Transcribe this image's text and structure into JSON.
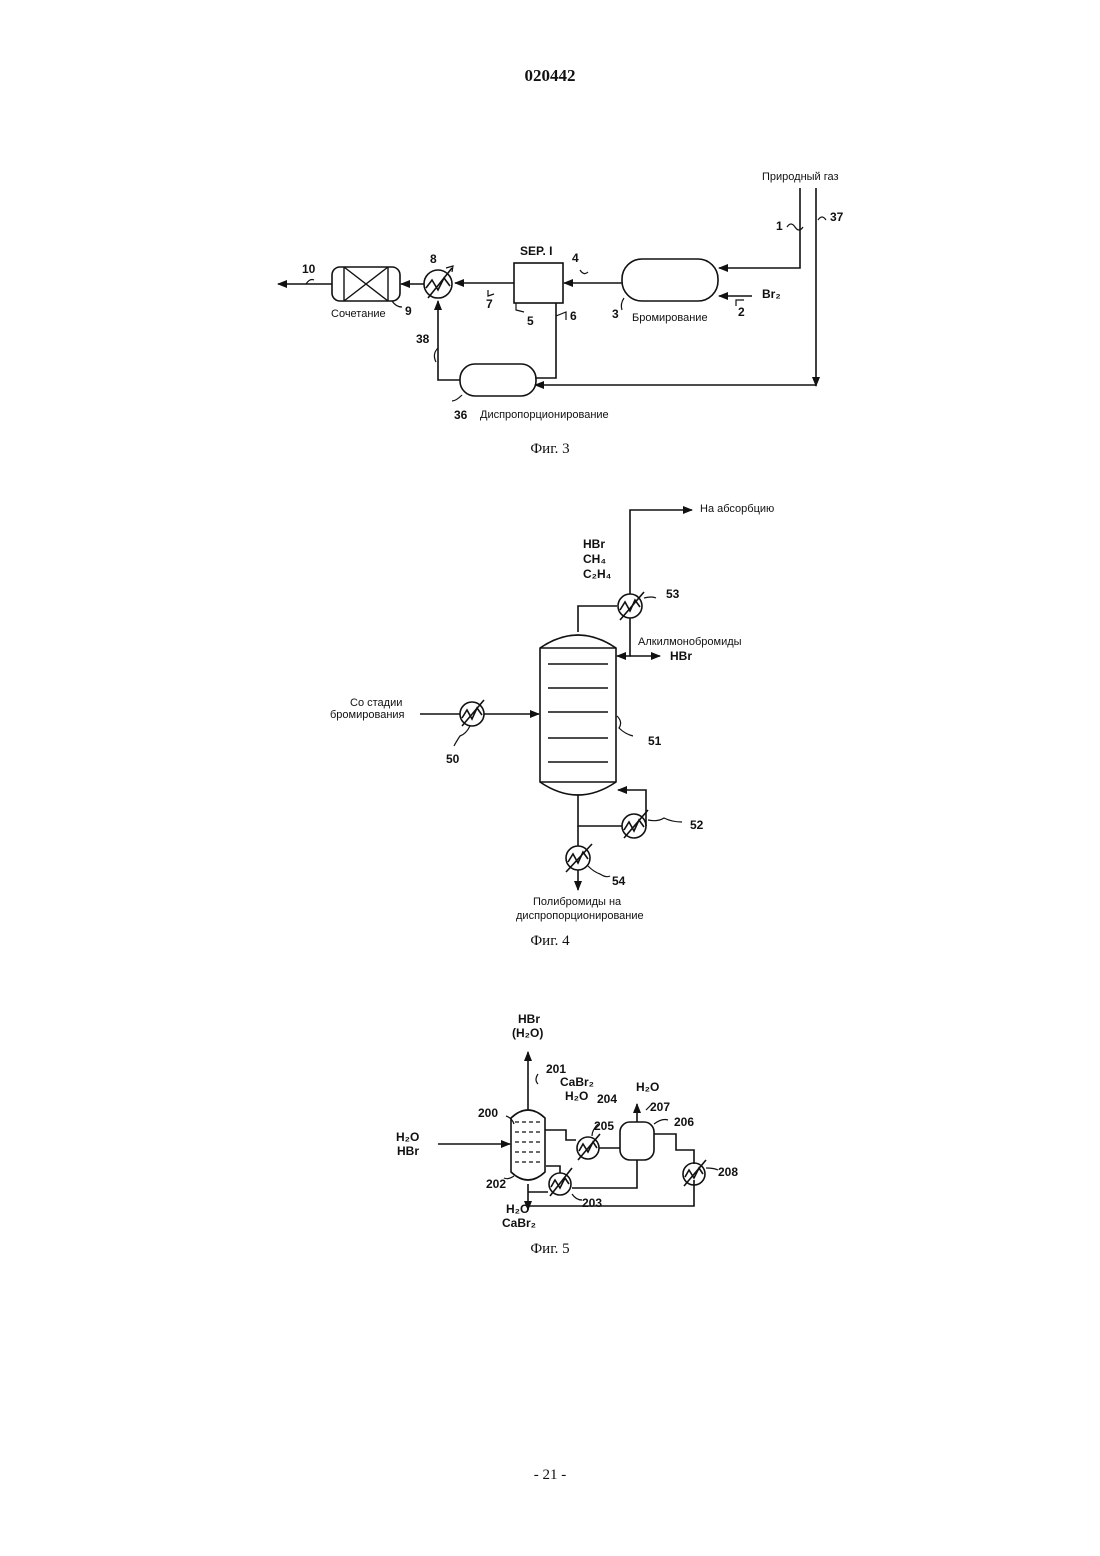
{
  "header": {
    "doc_number": "020442"
  },
  "fig3": {
    "caption": "Фиг. 3",
    "natural_gas": "Природный газ",
    "coupling": "Сочетание",
    "bromination": "Бромирование",
    "disproportionation": "Диспропорционирование",
    "separator": "SEP. I",
    "br2": "Br₂",
    "n1": "1",
    "n2": "2",
    "n3": "3",
    "n4": "4",
    "n5": "5",
    "n6": "6",
    "n7": "7",
    "n8": "8",
    "n9": "9",
    "n10": "10",
    "n36": "36",
    "n37": "37",
    "n38": "38"
  },
  "fig4": {
    "caption": "Фиг. 4",
    "to_absorption": "На абсорбцию",
    "top_hbr": "HBr",
    "top_ch4": "CH₄",
    "top_c2h4": "C₂H₄",
    "alkyl_monobromides": "Алкилмонобромиды",
    "side_hbr": "HBr",
    "feed_line1": "Со стадии",
    "feed_line2": "бромирования",
    "poly_line1": "Полибромиды на",
    "poly_line2": "диспропорционирование",
    "n50": "50",
    "n51": "51",
    "n52": "52",
    "n53": "53",
    "n54": "54"
  },
  "fig5": {
    "caption": "Фиг. 5",
    "top_hbr": "HBr",
    "top_h2o": "(H₂O)",
    "cabr2_a": "CaBr₂",
    "h2o_a": "H₂O",
    "h2o_b": "H₂O",
    "in_h2o": "H₂O",
    "in_hbr": "HBr",
    "out_h2o": "H₂O",
    "out_cabr2": "CaBr₂",
    "n200": "200",
    "n201": "201",
    "n202": "202",
    "n203": "203",
    "n204": "204",
    "n205": "205",
    "n206": "206",
    "n207": "207",
    "n208": "208"
  },
  "footer": {
    "page_number": "- 21 -"
  }
}
